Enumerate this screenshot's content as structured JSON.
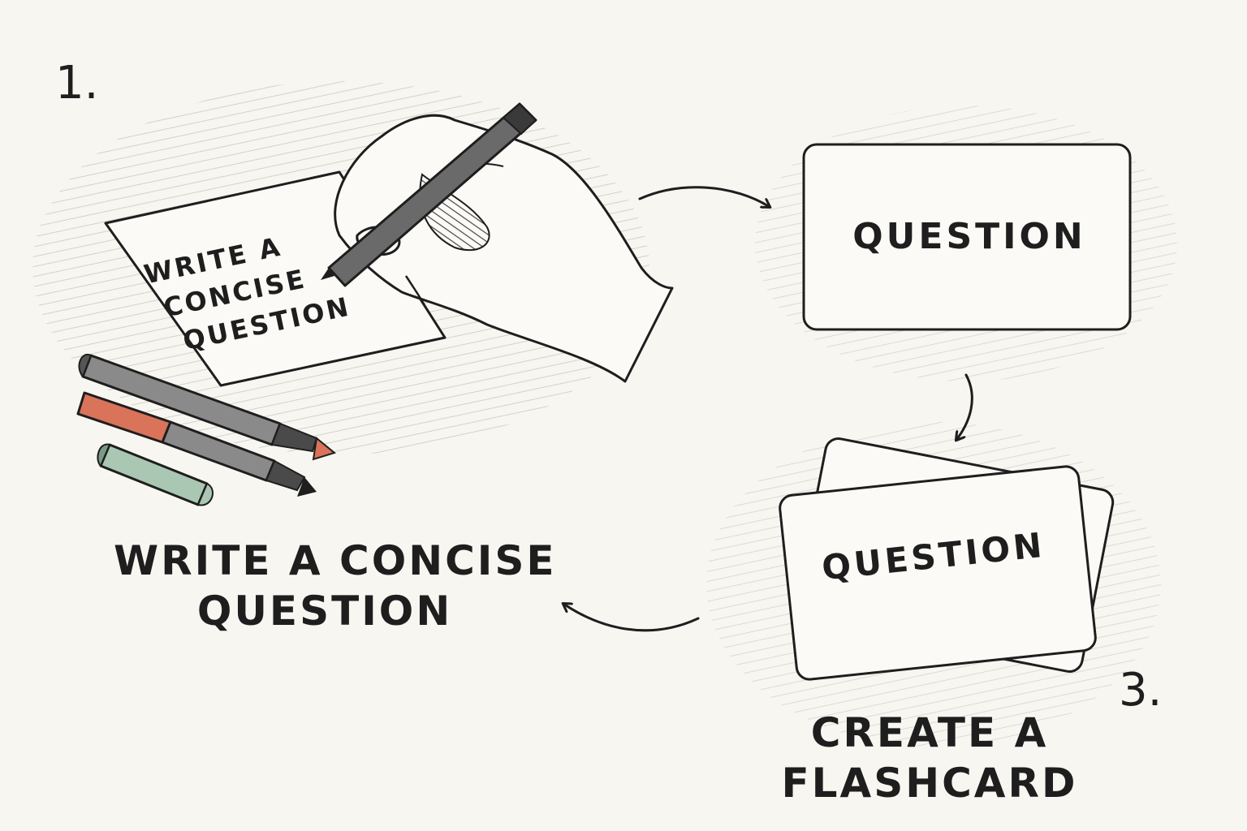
{
  "steps": {
    "step1_number": "1.",
    "step3_number": "3."
  },
  "captions": {
    "write_line1": "WRITE A CONCISE",
    "write_line2": "QUESTION",
    "create_line1": "CREATE A",
    "create_line2": "FLASHCARD"
  },
  "handwritten_card": {
    "line1": "WRITE A",
    "line2": "CONCISE",
    "line3": "QUESTION"
  },
  "question_card": {
    "text": "QUESTION"
  },
  "flashcard": {
    "text": "QUESTION"
  },
  "colors": {
    "paper": "#f8f6f1",
    "ink": "#1e1e1e",
    "marker_red": "#d9735a",
    "marker_green": "#a9c7b2",
    "marker_grey": "#8a8a8a"
  }
}
